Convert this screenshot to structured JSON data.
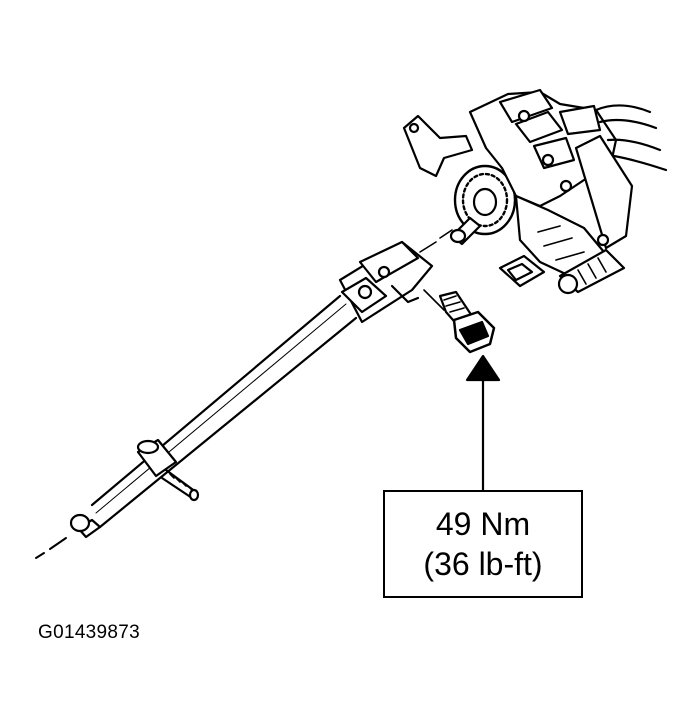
{
  "callout": {
    "torque_metric": "49 Nm",
    "torque_imperial": "(36 lb-ft)"
  },
  "figure_id": "G01439873"
}
